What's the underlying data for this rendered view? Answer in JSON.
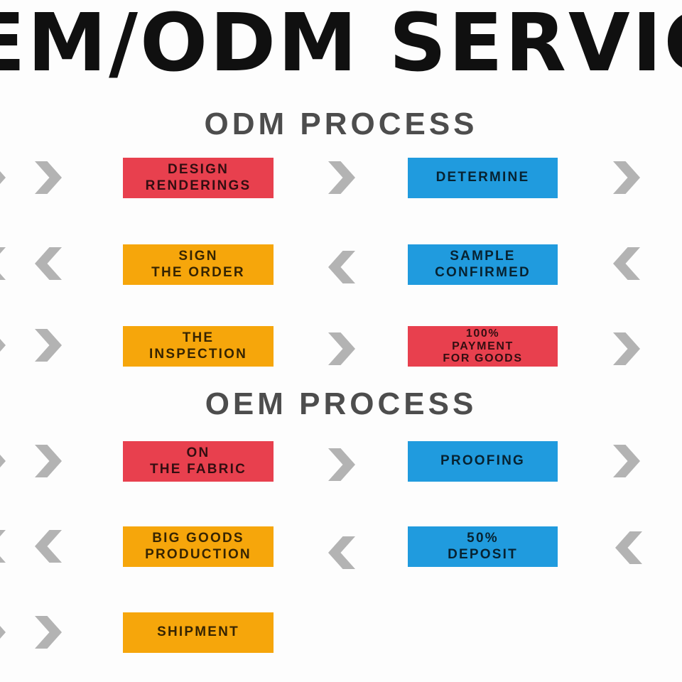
{
  "title": "OEM/ODM SERVICE",
  "sections": {
    "odm": {
      "heading": "ODM PROCESS"
    },
    "oem": {
      "heading": "OEM PROCESS"
    }
  },
  "flow": {
    "rows": [
      {
        "arrow_direction": "right",
        "boxes": [
          {
            "label": "DESIGN\nRENDERINGS",
            "color": "red"
          },
          {
            "label": "DETERMINE",
            "color": "blue"
          }
        ]
      },
      {
        "arrow_direction": "left",
        "boxes": [
          {
            "label": "SIGN\nTHE ORDER",
            "color": "orange"
          },
          {
            "label": "SAMPLE\nCONFIRMED",
            "color": "blue"
          }
        ]
      },
      {
        "arrow_direction": "right",
        "boxes": [
          {
            "label": "THE\nINSPECTION",
            "color": "orange"
          },
          {
            "label": "100%\nPAYMENT\nFOR GOODS",
            "color": "red"
          }
        ]
      },
      {
        "arrow_direction": "right",
        "boxes": [
          {
            "label": "ON\nTHE FABRIC",
            "color": "red"
          },
          {
            "label": "PROOFING",
            "color": "blue"
          }
        ]
      },
      {
        "arrow_direction": "left",
        "boxes": [
          {
            "label": "BIG GOODS\nPRODUCTION",
            "color": "orange"
          },
          {
            "label": "50%\nDEPOSIT",
            "color": "blue"
          }
        ]
      },
      {
        "arrow_direction": "right",
        "boxes": [
          {
            "label": "SHIPMENT",
            "color": "orange"
          }
        ]
      }
    ]
  },
  "colors": {
    "red": "#e8404e",
    "orange": "#f6a60b",
    "blue": "#209bde",
    "chevron": "#b3b3b3",
    "heading": "#4d4d4d",
    "title": "#101010"
  }
}
